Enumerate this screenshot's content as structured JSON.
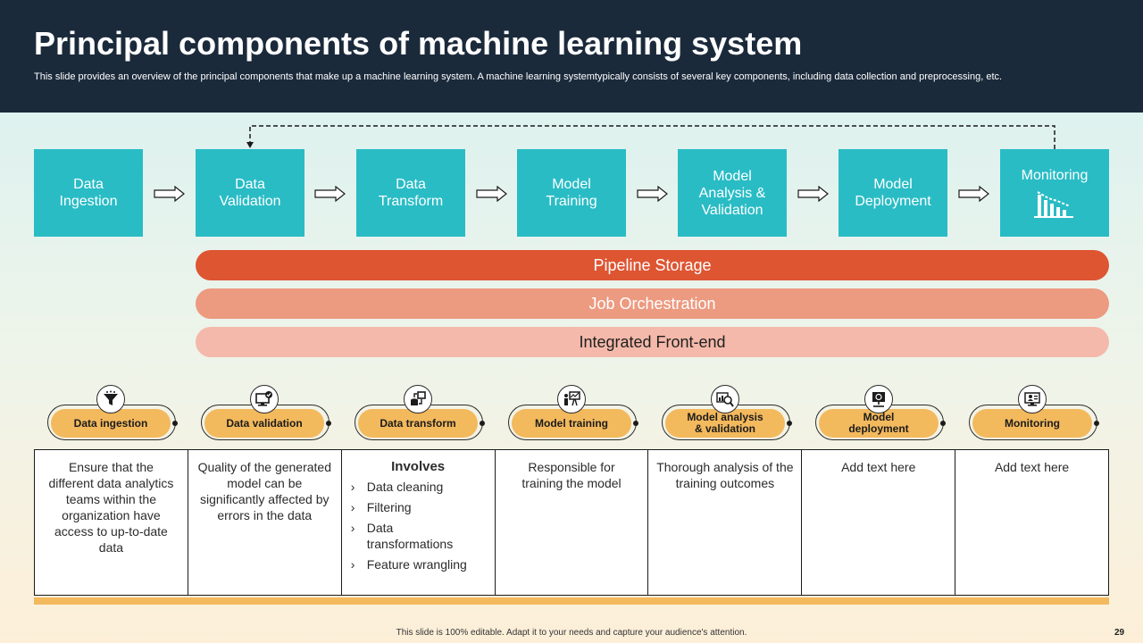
{
  "header": {
    "title": "Principal components of machine learning system",
    "subtitle": "This slide provides an overview of the principal components that make up a machine learning system. A machine learning systemtypically consists of several key components, including data collection and preprocessing, etc."
  },
  "pipeline": {
    "steps": [
      {
        "label": "Data\nIngestion"
      },
      {
        "label": "Data\nValidation"
      },
      {
        "label": "Data\nTransform"
      },
      {
        "label": "Model\nTraining"
      },
      {
        "label": "Model\nAnalysis &\nValidation"
      },
      {
        "label": "Model\nDeployment"
      },
      {
        "label": "Monitoring",
        "icon": "bar-chart-declining-icon"
      }
    ]
  },
  "bars": {
    "storage": "Pipeline Storage",
    "orchestration": "Job Orchestration",
    "frontend": "Integrated Front-end"
  },
  "cards": [
    {
      "title": "Data ingestion",
      "icon": "funnel-filter-icon",
      "text": "Ensure that the different data analytics teams within the organization have access to up-to-date data"
    },
    {
      "title": "Data validation",
      "icon": "monitor-check-icon",
      "text": "Quality of the generated model can be significantly affected by errors in the data"
    },
    {
      "title": "Data transform",
      "icon": "database-transform-icon",
      "heading": "Involves",
      "items": [
        "Data cleaning",
        "Filtering",
        "Data transformations",
        "Feature wrangling"
      ]
    },
    {
      "title": "Model training",
      "icon": "presenter-board-icon",
      "text": "Responsible for training the model"
    },
    {
      "title": "Model analysis\n& validation",
      "icon": "chart-magnifier-icon",
      "text": "Thorough analysis of the training outcomes"
    },
    {
      "title": "Model\ndeployment",
      "icon": "network-monitor-icon",
      "text": "Add text here"
    },
    {
      "title": "Monitoring",
      "icon": "monitor-person-icon",
      "text": "Add text here"
    }
  ],
  "footer": {
    "note": "This slide is 100% editable.  Adapt it to your needs and capture your audience's attention.",
    "page": "29"
  },
  "colors": {
    "header_bg": "#1b2a3b",
    "step_teal": "#29bcc5",
    "pipeline_storage": "#de5532",
    "job_orchestration": "#ec9a80",
    "integrated_frontend": "#f4b9aa",
    "pill_orange": "#f3b95d"
  }
}
